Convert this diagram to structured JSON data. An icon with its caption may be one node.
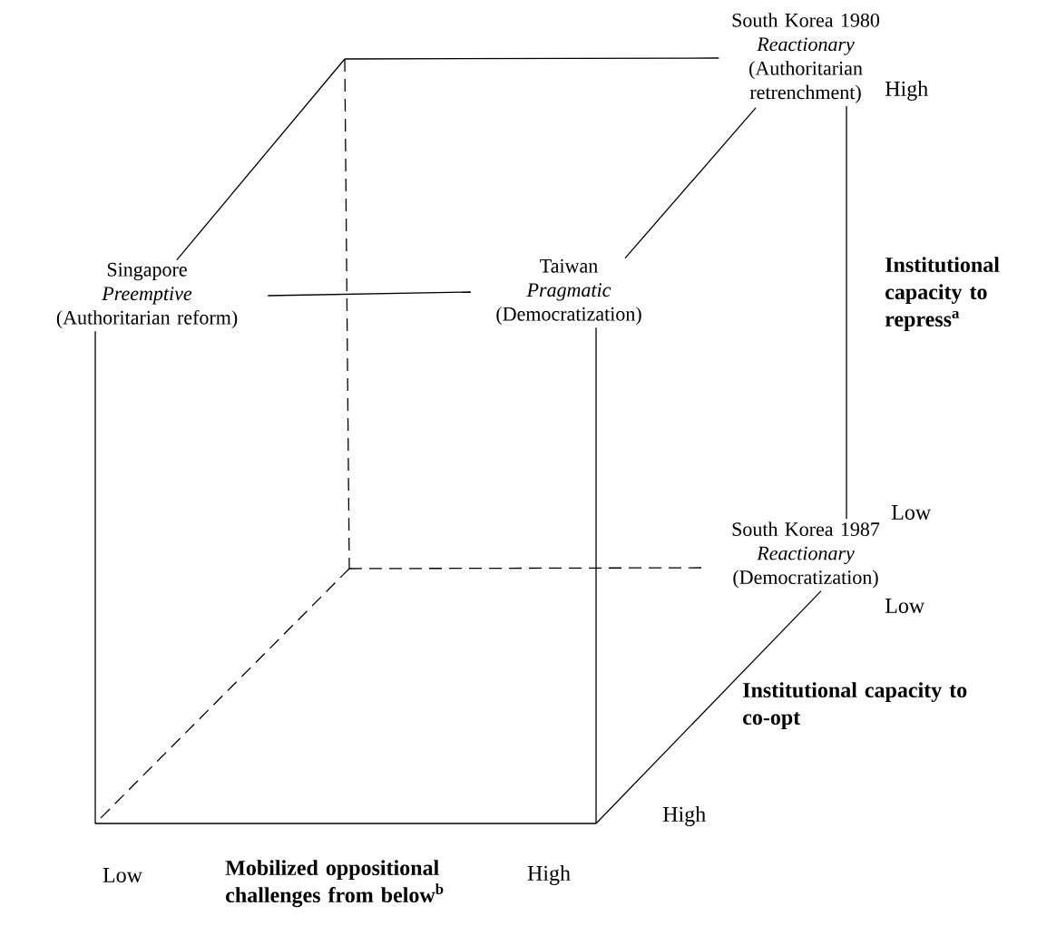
{
  "diagram": {
    "nodes": [
      {
        "text": [
          "South Korea 1980",
          "Reactionary",
          "(Authoritarian retrenchment)"
        ]
      },
      {
        "text": [
          "Singapore",
          "Preemptive",
          "(Authoritarian reform)"
        ]
      },
      {
        "text": [
          "Taiwan",
          "Pragmatic",
          "(Democratization)"
        ]
      },
      {
        "text": [
          "South Korea 1987",
          "Reactionary",
          "(Democratization)"
        ]
      }
    ],
    "edges": [
      {
        "from": null,
        "to": 0,
        "arrow": "none"
      },
      {
        "from": null,
        "to": 1,
        "arrow": "none"
      },
      {
        "from": 1,
        "to": 2,
        "arrow": "none"
      },
      {
        "from": 0,
        "to": 2,
        "arrow": "none"
      },
      {
        "from": 0,
        "to": 3,
        "arrow": "none"
      },
      {
        "from": null,
        "to": 3,
        "arrow": "none",
        "style": "dashed"
      },
      {
        "from": 1,
        "to": null,
        "arrow": "none"
      },
      {
        "from": 2,
        "to": null,
        "arrow": "none"
      },
      {
        "from": 3,
        "to": null,
        "arrow": "none"
      }
    ],
    "labels": [
      "High",
      "Institutional capacity to repress$^{a}$",
      "Low",
      "Low",
      "Institutional capacity to co-opt",
      "High",
      "Low",
      "Mobilized oppositional challenges from below$^{b}$",
      "High"
    ]
  }
}
